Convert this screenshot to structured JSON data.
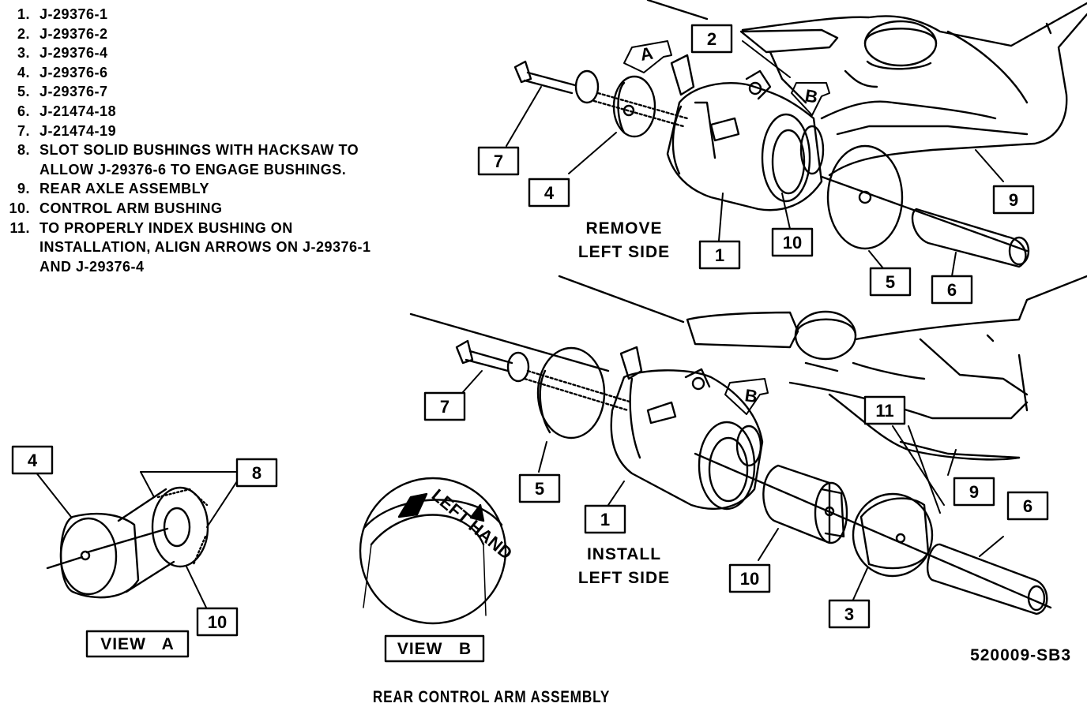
{
  "legend": [
    {
      "num": "1.",
      "lines": [
        "J-29376-1"
      ]
    },
    {
      "num": "2.",
      "lines": [
        "J-29376-2"
      ]
    },
    {
      "num": "3.",
      "lines": [
        "J-29376-4"
      ]
    },
    {
      "num": "4.",
      "lines": [
        "J-29376-6"
      ]
    },
    {
      "num": "5.",
      "lines": [
        "J-29376-7"
      ]
    },
    {
      "num": "6.",
      "lines": [
        "J-21474-18"
      ]
    },
    {
      "num": "7.",
      "lines": [
        "J-21474-19"
      ]
    },
    {
      "num": "8.",
      "lines": [
        "SLOT SOLID BUSHINGS WITH HACKSAW TO",
        "ALLOW J-29376-6 TO ENGAGE BUSHINGS."
      ]
    },
    {
      "num": "9.",
      "lines": [
        "REAR AXLE ASSEMBLY"
      ]
    },
    {
      "num": "10.",
      "lines": [
        "CONTROL ARM BUSHING"
      ]
    },
    {
      "num": "11.",
      "lines": [
        "TO PROPERLY INDEX BUSHING ON",
        "INSTALLATION, ALIGN ARROWS ON J-29376-1",
        "AND J-29376-4"
      ]
    }
  ],
  "callouts": {
    "top_1": "1",
    "top_2": "2",
    "top_4": "4",
    "top_5": "5",
    "top_6": "6",
    "top_7": "7",
    "top_9": "9",
    "top_10": "10",
    "bot_1": "1",
    "bot_3": "3",
    "bot_5": "5",
    "bot_6": "6",
    "bot_7": "7",
    "bot_9": "9",
    "bot_10": "10",
    "bot_11": "11",
    "va_4": "4",
    "va_8": "8",
    "va_10": "10"
  },
  "arrow_tags": {
    "top_a": "A",
    "top_b": "B",
    "bot_b": "B"
  },
  "captions": {
    "remove_1": "REMOVE",
    "remove_2": "LEFT SIDE",
    "install_1": "INSTALL",
    "install_2": "LEFT SIDE",
    "view_a": "VIEW   A",
    "view_b": "VIEW   B",
    "left_hand": "LEFT HAND",
    "figure_id": "520009-SB3",
    "title": "REAR CONTROL ARM ASSEMBLY"
  }
}
